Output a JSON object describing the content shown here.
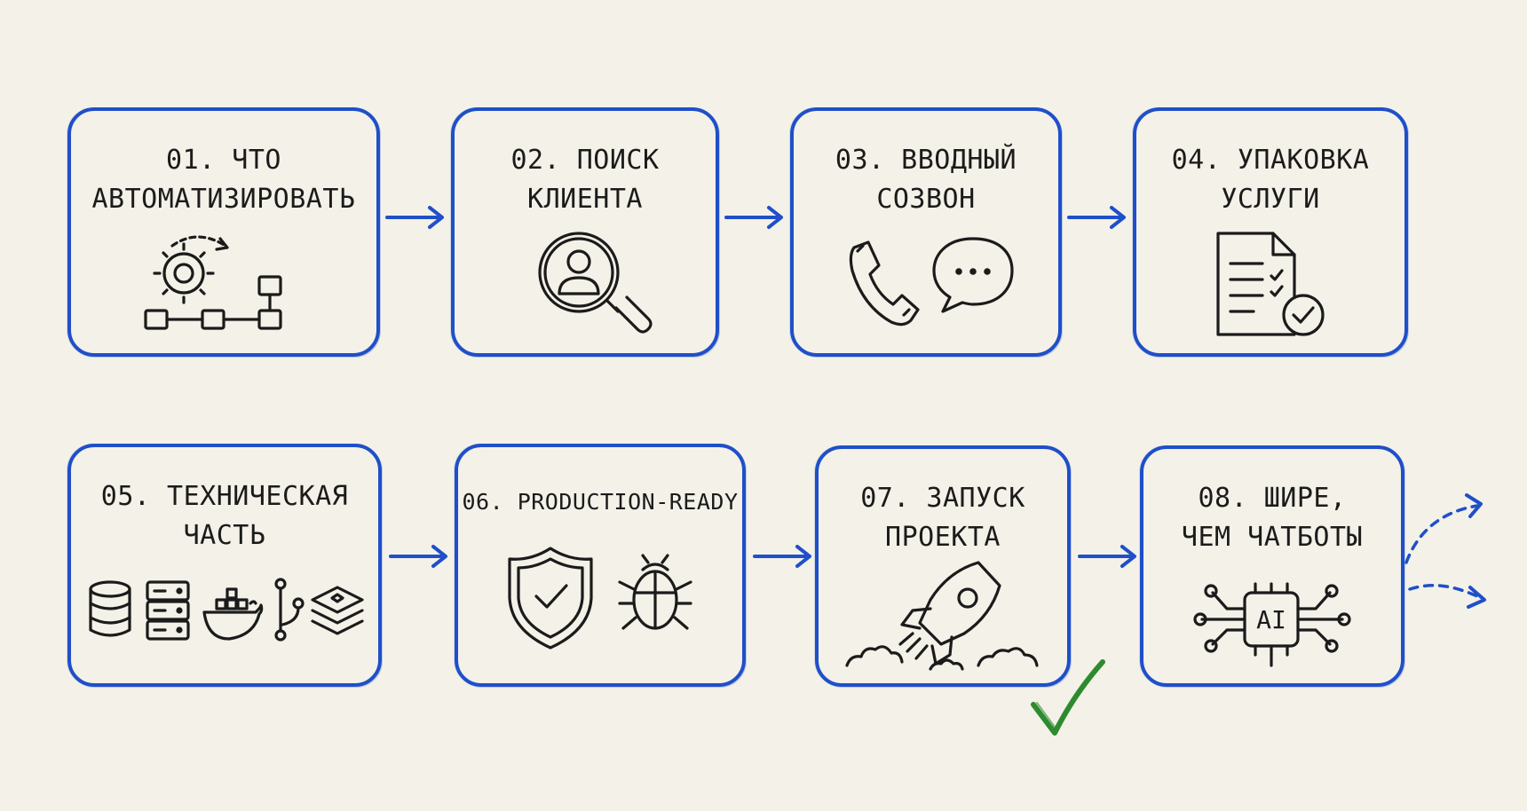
{
  "steps": [
    {
      "id": "01",
      "title": "01. ЧТО\nАВТОМАТИЗИРОВАТЬ",
      "icons": [
        "gear-cycle-icon",
        "flowchart-icon"
      ]
    },
    {
      "id": "02",
      "title": "02. ПОИСК\nКЛИЕНТА",
      "icons": [
        "user-search-icon"
      ]
    },
    {
      "id": "03",
      "title": "03. ВВОДНЫЙ\nСОЗВОН",
      "icons": [
        "phone-icon",
        "chat-bubble-icon"
      ]
    },
    {
      "id": "04",
      "title": "04. УПАКОВКА\nУСЛУГИ",
      "icons": [
        "document-check-icon"
      ]
    },
    {
      "id": "05",
      "title": "05. ТЕХНИЧЕСКАЯ\nЧАСТЬ",
      "icons": [
        "database-icon",
        "server-icon",
        "docker-icon",
        "git-branch-icon",
        "layers-icon"
      ]
    },
    {
      "id": "06",
      "title": "06. PRODUCTION-READY",
      "icons": [
        "shield-check-icon",
        "bug-icon"
      ]
    },
    {
      "id": "07",
      "title": "07. ЗАПУСК\nПРОЕКТА",
      "icons": [
        "rocket-icon"
      ]
    },
    {
      "id": "08",
      "title": "08. ШИРЕ,\nЧЕМ ЧАТБОТЫ",
      "icons": [
        "ai-chip-icon"
      ]
    }
  ],
  "ai_chip_label": "AI",
  "colors": {
    "accent": "#1f4fc9",
    "ink": "#1b1b1b",
    "check": "#2e8b2e",
    "background": "#f3f1e8"
  }
}
